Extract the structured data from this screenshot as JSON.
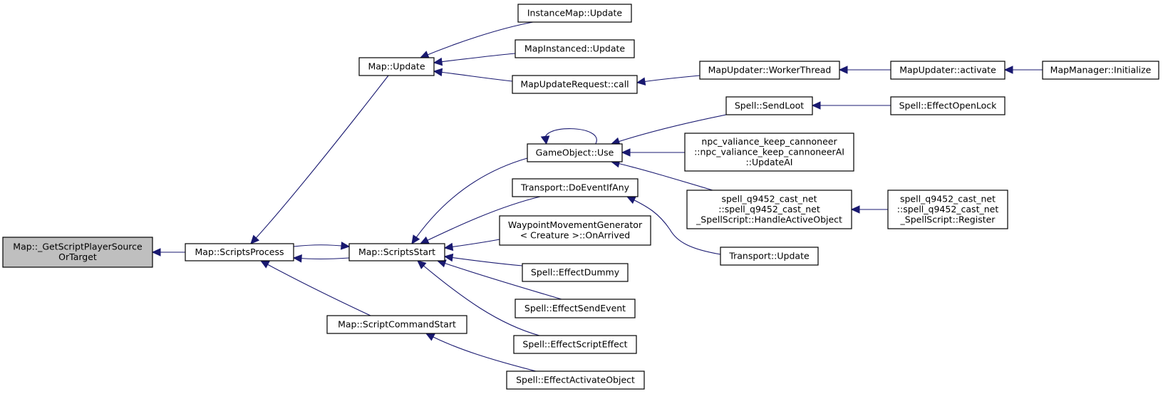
{
  "title": "Caller graph",
  "colors": {
    "edge": "#191970",
    "root_fill": "#bfbfbf",
    "node_fill": "#ffffff",
    "border": "#000000"
  },
  "nodes": [
    {
      "id": "root",
      "lines": [
        "Map::_GetScriptPlayerSource",
        "OrTarget"
      ],
      "root": true
    },
    {
      "id": "scriptsprocess",
      "lines": [
        "Map::ScriptsProcess"
      ]
    },
    {
      "id": "mapupdate",
      "lines": [
        "Map::Update"
      ]
    },
    {
      "id": "scriptsstart",
      "lines": [
        "Map::ScriptsStart"
      ]
    },
    {
      "id": "scriptcommandstart",
      "lines": [
        "Map::ScriptCommandStart"
      ]
    },
    {
      "id": "instancemapupdate",
      "lines": [
        "InstanceMap::Update"
      ]
    },
    {
      "id": "mapinstancedupdate",
      "lines": [
        "MapInstanced::Update"
      ]
    },
    {
      "id": "mapupdaterequestcall",
      "lines": [
        "MapUpdateRequest::call"
      ]
    },
    {
      "id": "gameobjectuse",
      "lines": [
        "GameObject::Use"
      ]
    },
    {
      "id": "transportdoeventifany",
      "lines": [
        "Transport::DoEventIfAny"
      ]
    },
    {
      "id": "waypointonarrived",
      "lines": [
        "WaypointMovementGenerator",
        "< Creature >::OnArrived"
      ]
    },
    {
      "id": "effectdummy",
      "lines": [
        "Spell::EffectDummy"
      ]
    },
    {
      "id": "effectsendevent",
      "lines": [
        "Spell::EffectSendEvent"
      ]
    },
    {
      "id": "effectscripteffect",
      "lines": [
        "Spell::EffectScriptEffect"
      ]
    },
    {
      "id": "effectactivateobject",
      "lines": [
        "Spell::EffectActivateObject"
      ]
    },
    {
      "id": "workerthread",
      "lines": [
        "MapUpdater::WorkerThread"
      ]
    },
    {
      "id": "sendloot",
      "lines": [
        "Spell::SendLoot"
      ]
    },
    {
      "id": "npccannoneer",
      "lines": [
        "npc_valiance_keep_cannoneer",
        "::npc_valiance_keep_cannoneerAI",
        "::UpdateAI"
      ]
    },
    {
      "id": "handleactiveobject",
      "lines": [
        "spell_q9452_cast_net",
        "::spell_q9452_cast_net",
        "_SpellScript::HandleActiveObject"
      ]
    },
    {
      "id": "transportupdate",
      "lines": [
        "Transport::Update"
      ]
    },
    {
      "id": "mapupdateractivate",
      "lines": [
        "MapUpdater::activate"
      ]
    },
    {
      "id": "effectopenlock",
      "lines": [
        "Spell::EffectOpenLock"
      ]
    },
    {
      "id": "register",
      "lines": [
        "spell_q9452_cast_net",
        "::spell_q9452_cast_net",
        "_SpellScript::Register"
      ]
    },
    {
      "id": "mapmanagerinitialize",
      "lines": [
        "MapManager::Initialize"
      ]
    }
  ],
  "edges": [
    {
      "from": "scriptsprocess",
      "to": "root"
    },
    {
      "from": "mapupdate",
      "to": "scriptsprocess"
    },
    {
      "from": "scriptsstart",
      "to": "scriptsprocess"
    },
    {
      "from": "scriptcommandstart",
      "to": "scriptsprocess"
    },
    {
      "from": "scriptsprocess",
      "to": "scriptsstart"
    },
    {
      "from": "instancemapupdate",
      "to": "mapupdate"
    },
    {
      "from": "mapinstancedupdate",
      "to": "mapupdate"
    },
    {
      "from": "mapupdaterequestcall",
      "to": "mapupdate"
    },
    {
      "from": "workerthread",
      "to": "mapupdaterequestcall"
    },
    {
      "from": "mapupdateractivate",
      "to": "workerthread"
    },
    {
      "from": "mapmanagerinitialize",
      "to": "mapupdateractivate"
    },
    {
      "from": "gameobjectuse",
      "to": "scriptsstart"
    },
    {
      "from": "transportdoeventifany",
      "to": "scriptsstart"
    },
    {
      "from": "waypointonarrived",
      "to": "scriptsstart"
    },
    {
      "from": "effectdummy",
      "to": "scriptsstart"
    },
    {
      "from": "effectsendevent",
      "to": "scriptsstart"
    },
    {
      "from": "effectscripteffect",
      "to": "scriptsstart"
    },
    {
      "from": "effectactivateobject",
      "to": "scriptcommandstart"
    },
    {
      "from": "gameobjectuse",
      "to": "gameobjectuse"
    },
    {
      "from": "sendloot",
      "to": "gameobjectuse"
    },
    {
      "from": "npccannoneer",
      "to": "gameobjectuse"
    },
    {
      "from": "handleactiveobject",
      "to": "gameobjectuse"
    },
    {
      "from": "effectopenlock",
      "to": "sendloot"
    },
    {
      "from": "register",
      "to": "handleactiveobject"
    },
    {
      "from": "transportupdate",
      "to": "transportdoeventifany"
    }
  ]
}
